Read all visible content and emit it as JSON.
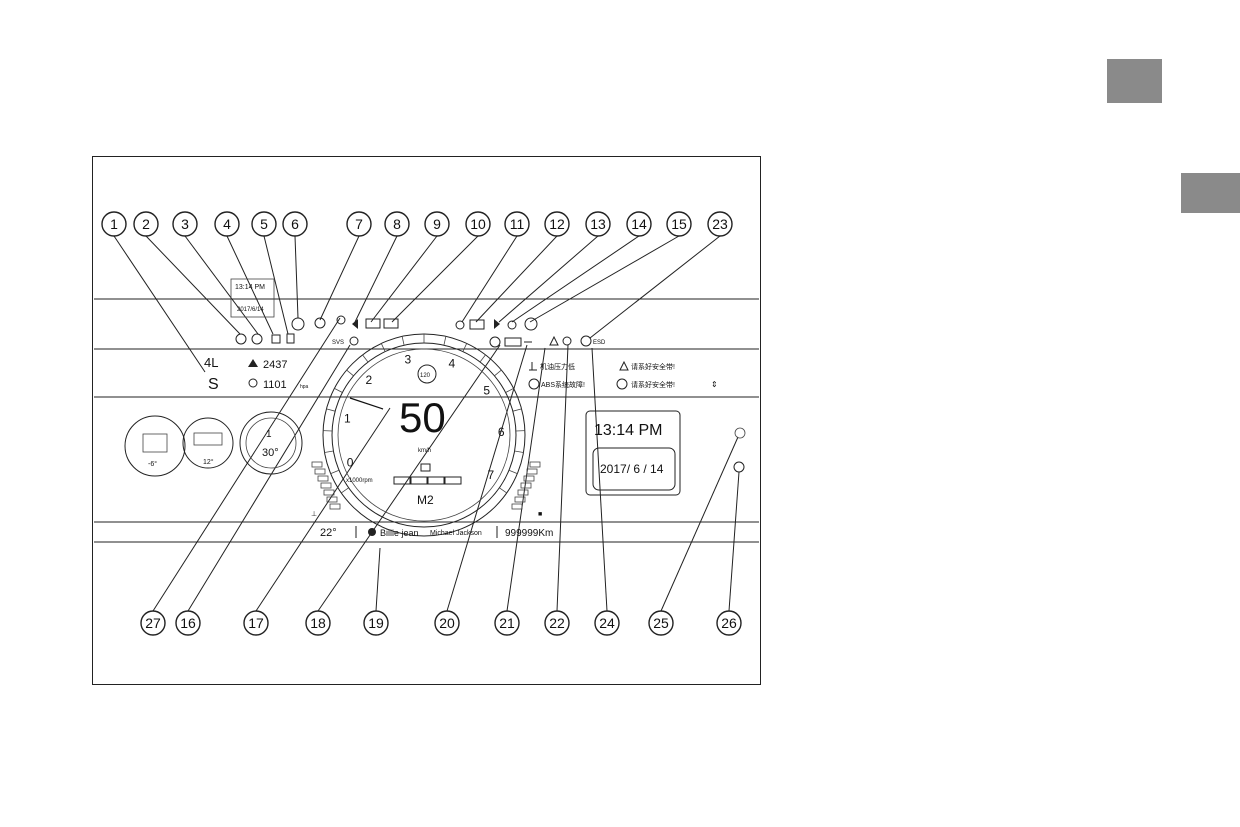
{
  "callouts_top": [
    "1",
    "2",
    "3",
    "4",
    "5",
    "6",
    "7",
    "8",
    "9",
    "10",
    "11",
    "12",
    "13",
    "14",
    "15",
    "23"
  ],
  "callouts_bottom": [
    "27",
    "16",
    "17",
    "18",
    "19",
    "20",
    "21",
    "22",
    "24",
    "25",
    "26"
  ],
  "cluster": {
    "gear_range": "4L",
    "gear_mode": "S",
    "altitude": "2437",
    "pressure": "1101",
    "pressure_unit": "hpa",
    "speed": "50",
    "speed_unit": "km/h",
    "speed_limit": "120",
    "rpm_unit": "x1000rpm",
    "gear_display": "M2",
    "tilt_angle": "30°",
    "pitch_front": "-6°",
    "pitch_side": "12°",
    "temperature": "22°",
    "media": "Billie jean",
    "artist": "Michael Jackson",
    "odometer": "999999Km",
    "msg_oil": "机油压力低",
    "msg_abs": "ABS系统故障!",
    "msg_belt1": "请系好安全带!",
    "msg_belt2": "请系好安全带!",
    "time": "13:14  PM",
    "date": "2017/ 6 / 14",
    "mini_time": "13:14 PM",
    "mini_date": "2017/6/14",
    "esd": "ESD",
    "svs": "SVS",
    "tach_ticks": [
      "0",
      "1",
      "2",
      "3",
      "4",
      "5",
      "6",
      "7"
    ]
  }
}
